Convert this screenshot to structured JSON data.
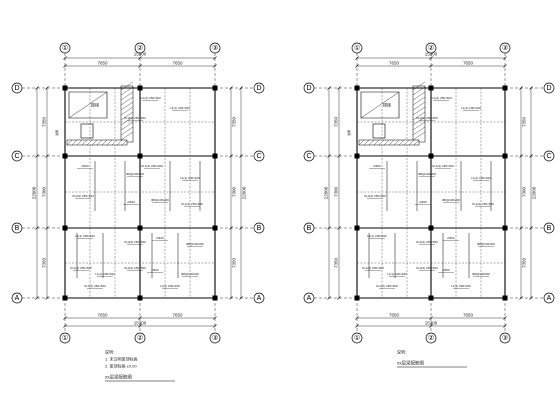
{
  "drawings": [
    {
      "id": "plan-left",
      "dim_top": {
        "overall": "15300",
        "bays": [
          "7650",
          "7650"
        ]
      },
      "dim_bottom": {
        "overall": "15300",
        "bays": [
          "7650",
          "7650"
        ]
      },
      "dim_left": {
        "overall": "22000",
        "bays": [
          "7350",
          "7300",
          "7350"
        ]
      },
      "dim_right": {
        "overall": "22000",
        "bays": [
          "7350",
          "7300",
          "7350"
        ]
      },
      "axes_vertical": [
        "①",
        "②",
        "③"
      ],
      "axes_horizontal": [
        "D",
        "C",
        "B",
        "A"
      ],
      "notes": [
        "说明：",
        "1. 未注明梁顶标高",
        "2. 梁顶标高 ±0.00"
      ],
      "title": "xx层梁配筋图"
    },
    {
      "id": "plan-right",
      "dim_top": {
        "overall": "15300",
        "bays": [
          "7650",
          "7650"
        ]
      },
      "dim_bottom": {
        "overall": "15300",
        "bays": [
          "7650",
          "7650"
        ]
      },
      "dim_left": {
        "overall": "22000",
        "bays": [
          "7350",
          "7300",
          "7350"
        ]
      },
      "dim_right": {
        "overall": "22000",
        "bays": [
          "7350",
          "7300",
          "7350"
        ]
      },
      "axes_vertical": [
        "①",
        "②",
        "③"
      ],
      "axes_horizontal": [
        "D",
        "C",
        "B",
        "A"
      ],
      "notes": [
        "说明："
      ],
      "title": "xx层梁配筋图"
    }
  ],
  "beam_labels": [
    "KL1(2) 250×600",
    "L1(1) 200×400",
    "KL2(2) 250×650",
    "2Φ20",
    "Φ8@100/200"
  ],
  "room_label": "楼梯"
}
